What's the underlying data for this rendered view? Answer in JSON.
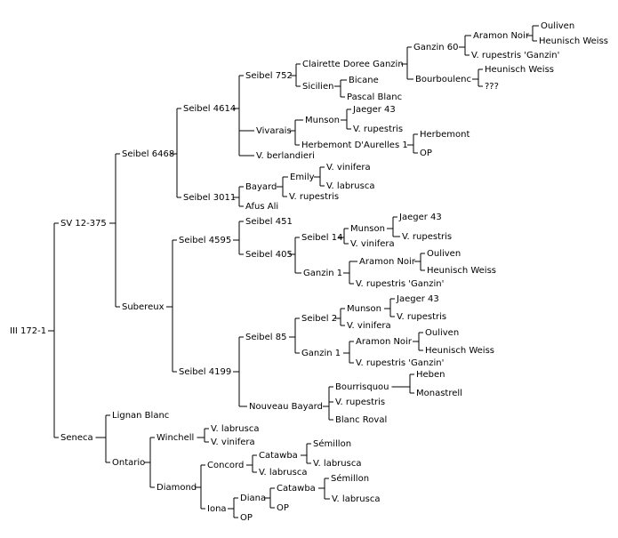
{
  "pedigree": {
    "label": "III 172-1",
    "children": [
      {
        "label": "SV 12-375",
        "children": [
          {
            "label": "Seibel 6468",
            "children": [
              {
                "label": "Seibel 4614",
                "children": [
                  {
                    "label": "Seibel 752",
                    "children": [
                      {
                        "label": "Clairette Doree Ganzin",
                        "children": [
                          {
                            "label": "Ganzin 60",
                            "children": [
                              {
                                "label": "Aramon Noir",
                                "children": [
                                  {
                                    "label": "Ouliven"
                                  },
                                  {
                                    "label": "Heunisch Weiss"
                                  }
                                ]
                              },
                              {
                                "label": "V. rupestris 'Ganzin'"
                              }
                            ]
                          },
                          {
                            "label": "Bourboulenc",
                            "children": [
                              {
                                "label": "Heunisch Weiss"
                              },
                              {
                                "label": "???"
                              }
                            ]
                          }
                        ]
                      },
                      {
                        "label": "Sicilien",
                        "children": [
                          {
                            "label": "Bicane"
                          },
                          {
                            "label": "Pascal Blanc"
                          }
                        ]
                      }
                    ]
                  },
                  {
                    "label": "Vivarais",
                    "children": [
                      {
                        "label": "Munson",
                        "children": [
                          {
                            "label": "Jaeger 43"
                          },
                          {
                            "label": "V. rupestris"
                          }
                        ]
                      },
                      {
                        "label": "Herbemont D'Aurelles 1",
                        "children": [
                          {
                            "label": "Herbemont"
                          },
                          {
                            "label": "OP"
                          }
                        ]
                      }
                    ]
                  },
                  {
                    "label": "V. berlandieri"
                  }
                ]
              },
              {
                "label": "Seibel 3011",
                "children": [
                  {
                    "label": "Bayard",
                    "children": [
                      {
                        "label": "Emily",
                        "children": [
                          {
                            "label": "V. vinifera"
                          },
                          {
                            "label": "V. labrusca"
                          }
                        ]
                      },
                      {
                        "label": "V. rupestris"
                      }
                    ]
                  },
                  {
                    "label": "Afus Ali"
                  }
                ]
              }
            ]
          },
          {
            "label": "Subereux",
            "children": [
              {
                "label": "Seibel 4595",
                "children": [
                  {
                    "label": "Seibel 451"
                  },
                  {
                    "label": "Seibel 405",
                    "children": [
                      {
                        "label": "Seibel 14",
                        "children": [
                          {
                            "label": "Munson",
                            "children": [
                              {
                                "label": "Jaeger 43"
                              },
                              {
                                "label": "V. rupestris"
                              }
                            ]
                          },
                          {
                            "label": "V. vinifera"
                          }
                        ]
                      },
                      {
                        "label": "Ganzin 1",
                        "children": [
                          {
                            "label": "Aramon Noir",
                            "children": [
                              {
                                "label": "Ouliven"
                              },
                              {
                                "label": "Heunisch Weiss"
                              }
                            ]
                          },
                          {
                            "label": "V. rupestris 'Ganzin'"
                          }
                        ]
                      }
                    ]
                  }
                ]
              },
              {
                "label": "Seibel 4199",
                "children": [
                  {
                    "label": "Seibel 85",
                    "children": [
                      {
                        "label": "Seibel 2",
                        "children": [
                          {
                            "label": "Munson",
                            "children": [
                              {
                                "label": "Jaeger 43"
                              },
                              {
                                "label": "V. rupestris"
                              }
                            ]
                          },
                          {
                            "label": "V. vinifera"
                          }
                        ]
                      },
                      {
                        "label": "Ganzin 1",
                        "children": [
                          {
                            "label": "Aramon Noir",
                            "children": [
                              {
                                "label": "Ouliven"
                              },
                              {
                                "label": "Heunisch Weiss"
                              }
                            ]
                          },
                          {
                            "label": "V. rupestris 'Ganzin'"
                          }
                        ]
                      }
                    ]
                  },
                  {
                    "label": "Nouveau Bayard",
                    "children": [
                      {
                        "label": "Bourrisquou",
                        "children": [
                          {
                            "label": "Heben"
                          },
                          {
                            "label": "Monastrell"
                          }
                        ]
                      },
                      {
                        "label": "V. rupestris"
                      },
                      {
                        "label": "Blanc Roval"
                      }
                    ]
                  }
                ]
              }
            ]
          }
        ]
      },
      {
        "label": "Seneca",
        "children": [
          {
            "label": "Lignan Blanc"
          },
          {
            "label": "Ontario",
            "children": [
              {
                "label": "Winchell",
                "children": [
                  {
                    "label": "V. labrusca"
                  },
                  {
                    "label": "V. vinifera"
                  }
                ]
              },
              {
                "label": "Diamond",
                "children": [
                  {
                    "label": "Concord",
                    "children": [
                      {
                        "label": "Catawba",
                        "children": [
                          {
                            "label": "Sémillon"
                          },
                          {
                            "label": "V. labrusca"
                          }
                        ]
                      },
                      {
                        "label": "V. labrusca"
                      }
                    ]
                  },
                  {
                    "label": "Iona",
                    "children": [
                      {
                        "label": "Diana",
                        "children": [
                          {
                            "label": "Catawba",
                            "children": [
                              {
                                "label": "Sémillon"
                              },
                              {
                                "label": "V. labrusca"
                              }
                            ]
                          },
                          {
                            "label": "OP"
                          }
                        ]
                      },
                      {
                        "label": "OP"
                      }
                    ]
                  }
                ]
              }
            ]
          }
        ]
      }
    ]
  }
}
